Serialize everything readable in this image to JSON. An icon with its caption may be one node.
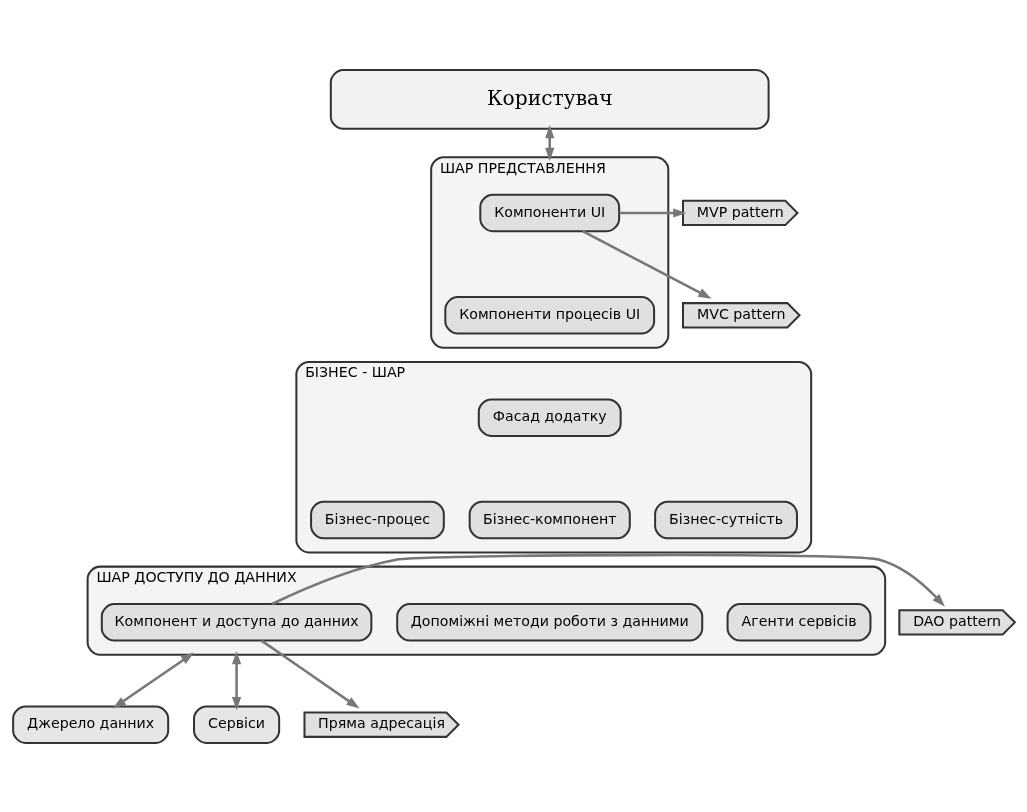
{
  "diagram": {
    "nodes": [
      {
        "text": [
          "Користувач"
        ]
      },
      {
        "text": [
          "ШАР ПРЕДСТАВЛЕННЯ"
        ]
      },
      {
        "text": [
          "Компоненти UI"
        ],
        "in": 1
      },
      {
        "text": [
          "Компоненти процесів UI"
        ],
        "in": 1
      },
      {
        "text": [
          "БІЗНЕС - ШАР"
        ]
      },
      {
        "text": [
          "Фасад додатку"
        ],
        "in": 4
      },
      {
        "text": [
          "Бізнес-процес"
        ],
        "in": 4
      },
      {
        "text": [
          "Бізнес-компонент"
        ],
        "in": 4
      },
      {
        "text": [
          "Бізнес-сутність"
        ],
        "in": 4
      },
      {
        "text": [
          "ШАР ДОСТУПУ ДО ДАННИХ"
        ]
      },
      {
        "text": [
          "Компонент и доступа до данних"
        ],
        "in": 9
      },
      {
        "text": [
          "Допоміжні методи роботи з данними"
        ],
        "in": 9
      },
      {
        "text": [
          "Агенти сервісів"
        ],
        "in": 9
      },
      {
        "text": [
          "Джерело данних"
        ]
      },
      {
        "text": [
          "Сервіси"
        ]
      },
      {
        "text": [
          "MVP pattern"
        ]
      },
      {
        "text": [
          "MVC pattern"
        ]
      },
      {
        "text": [
          "DAO pattern"
        ]
      },
      {
        "text": [
          "Пряма адресація"
        ]
      }
    ],
    "edges": [
      {
        "from": 0,
        "to": 1,
        "arrow": "both"
      },
      {
        "from": 2,
        "to": 15,
        "arrow": "to"
      },
      {
        "from": 2,
        "to": 16,
        "arrow": "to"
      },
      {
        "from": 10,
        "to": 17,
        "arrow": "to"
      },
      {
        "from": 10,
        "to": 18,
        "arrow": "to"
      },
      {
        "from": 9,
        "to": 13,
        "arrow": "both"
      },
      {
        "from": 9,
        "to": 14,
        "arrow": "both"
      }
    ]
  }
}
